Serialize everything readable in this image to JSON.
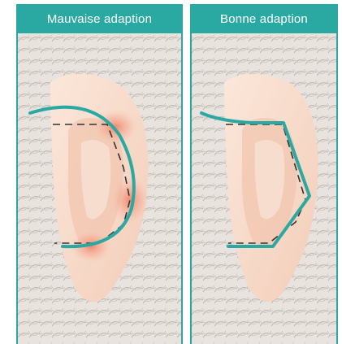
{
  "panels": [
    {
      "title": "Mauvaise adaption"
    },
    {
      "title": "Bonne adaption"
    }
  ],
  "colors": {
    "accent": "#2aa9a2",
    "skin": "#f6dccb",
    "irritation": "#f08a70",
    "hair": "#cfc7bf"
  },
  "icons": [
    "ear-illustration",
    "earpiece-outline",
    "ear-canal-dashed-outline"
  ]
}
